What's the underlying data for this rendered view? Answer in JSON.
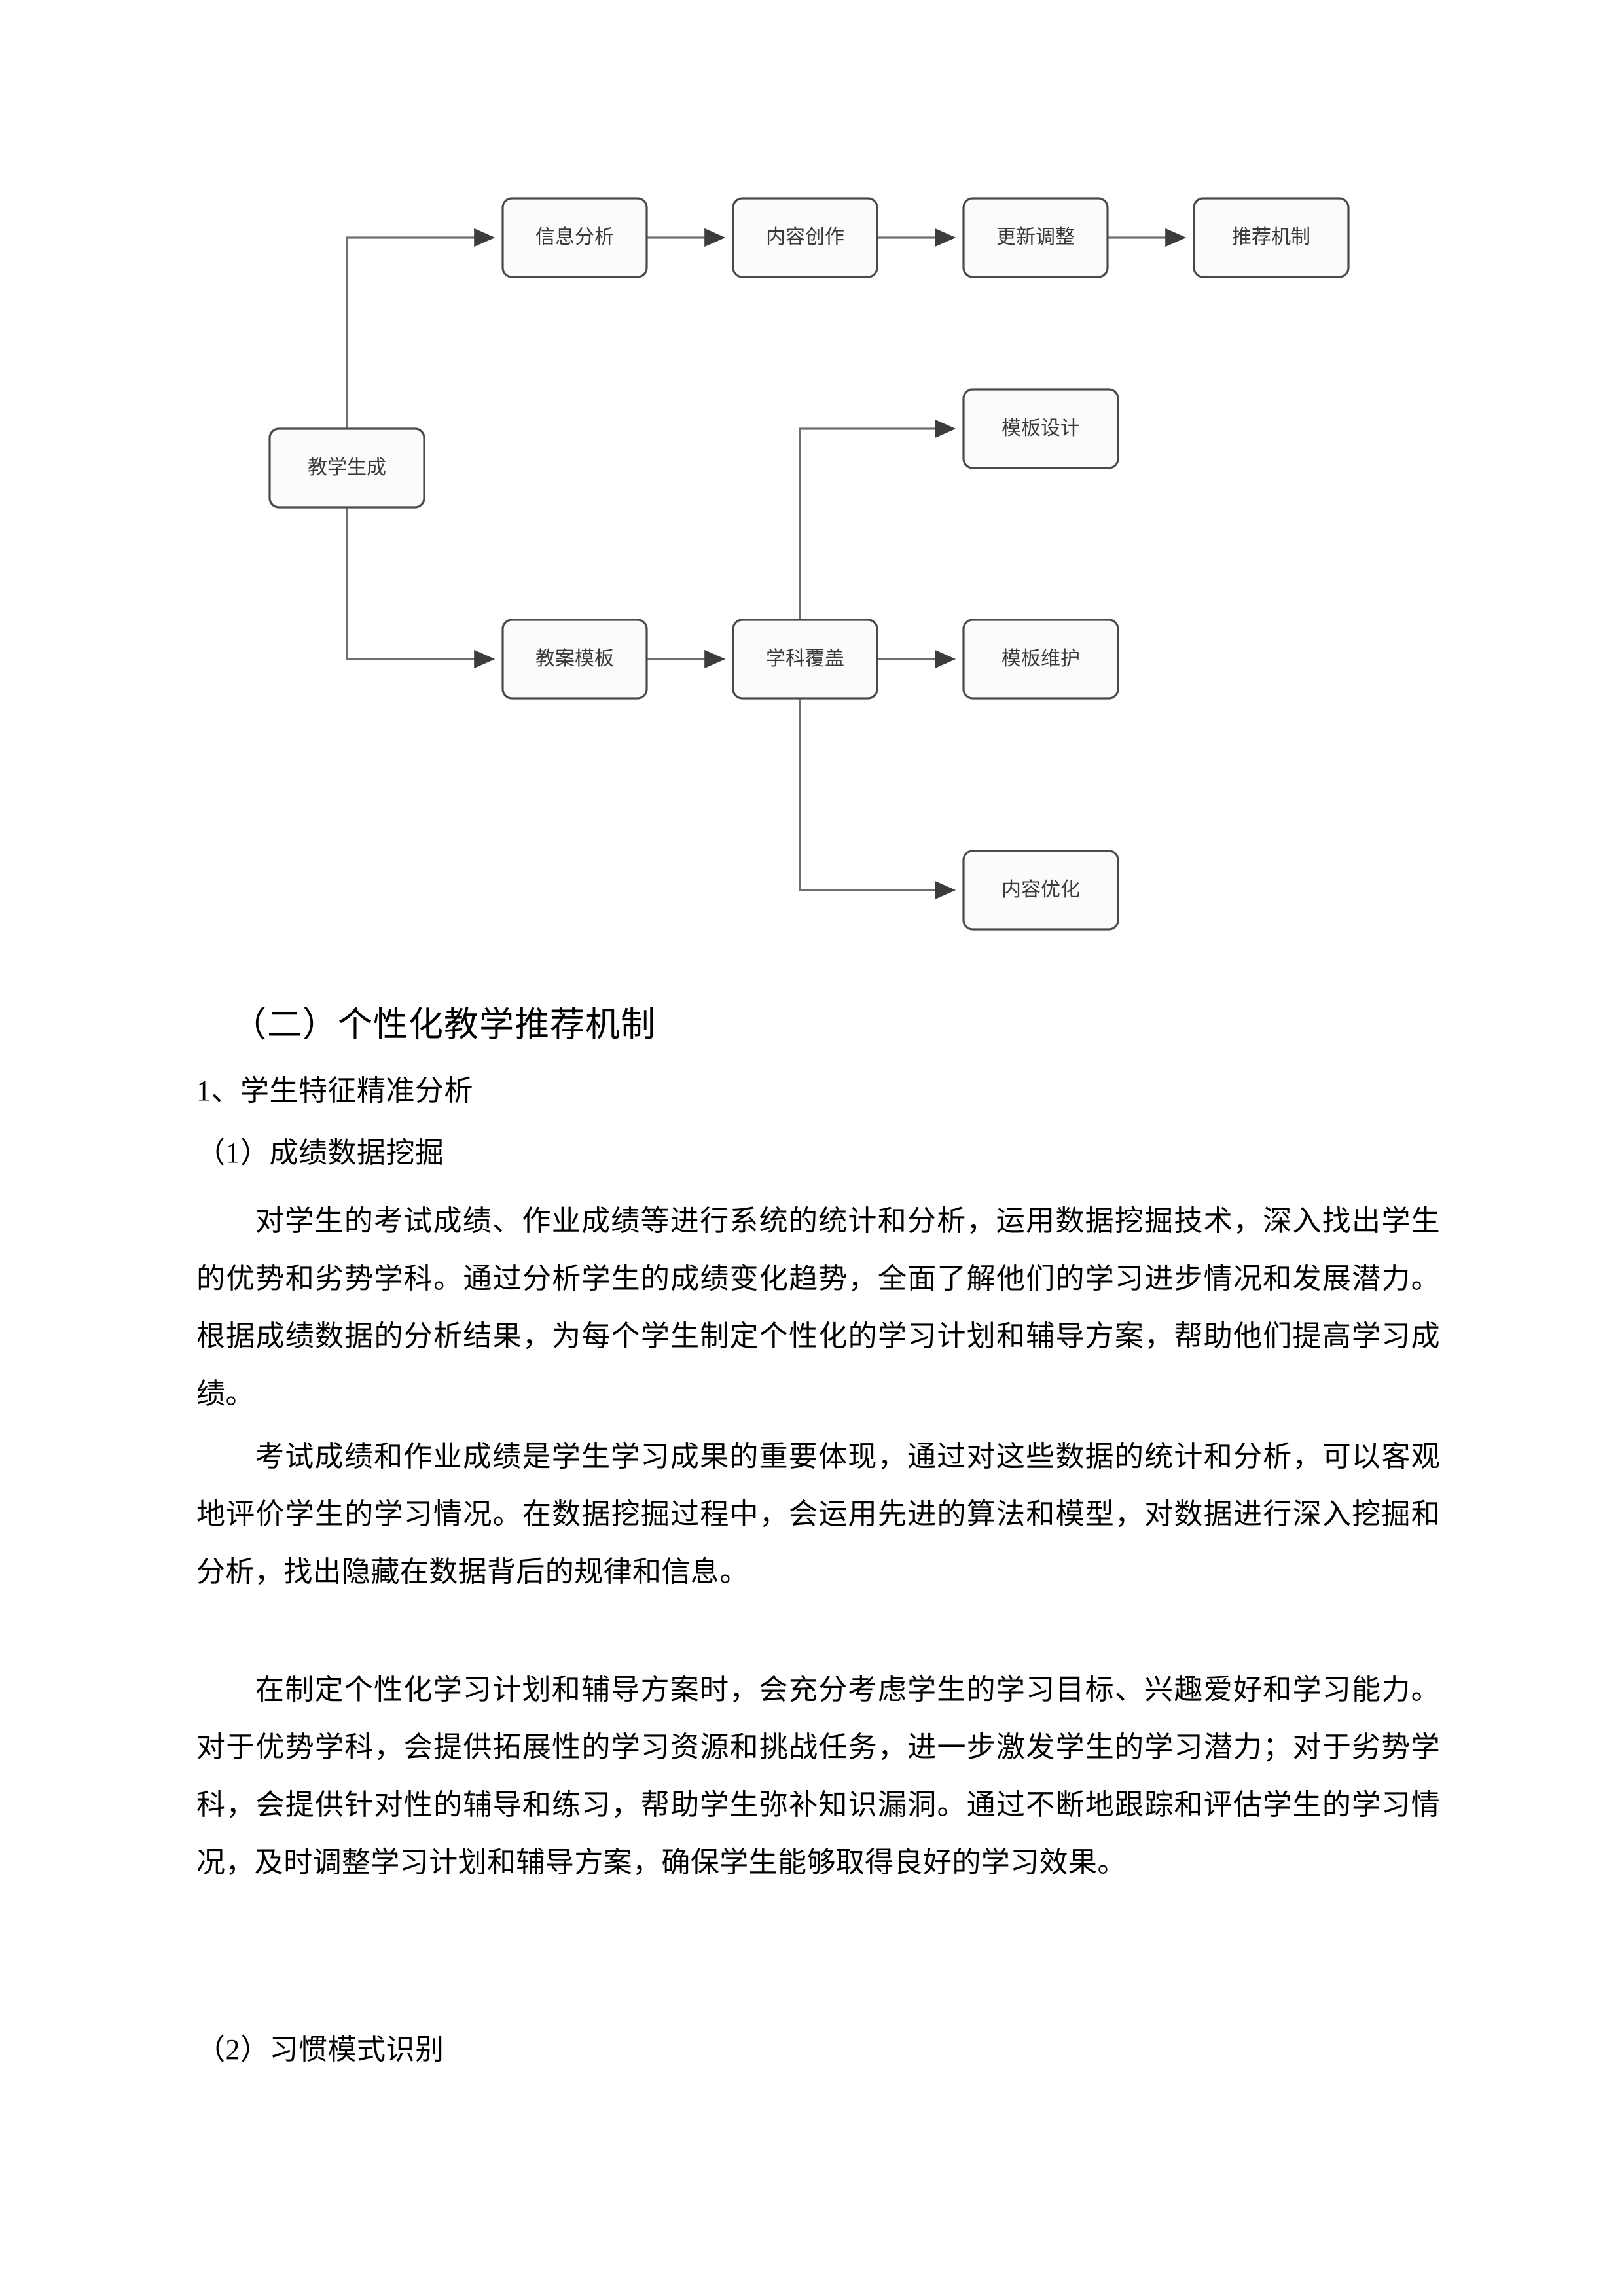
{
  "diagram": {
    "type": "flowchart",
    "nodes": [
      {
        "id": "root",
        "label": "教学生成"
      },
      {
        "id": "info_analysis",
        "label": "信息分析"
      },
      {
        "id": "content_create",
        "label": "内容创作"
      },
      {
        "id": "update_adjust",
        "label": "更新调整"
      },
      {
        "id": "recommend",
        "label": "推荐机制"
      },
      {
        "id": "lesson_template",
        "label": "教案模板"
      },
      {
        "id": "subject_cover",
        "label": "学科覆盖"
      },
      {
        "id": "template_design",
        "label": "模板设计"
      },
      {
        "id": "template_maint",
        "label": "模板维护"
      },
      {
        "id": "content_optim",
        "label": "内容优化"
      }
    ],
    "edges": [
      {
        "from": "root",
        "to": "info_analysis"
      },
      {
        "from": "info_analysis",
        "to": "content_create"
      },
      {
        "from": "content_create",
        "to": "update_adjust"
      },
      {
        "from": "update_adjust",
        "to": "recommend"
      },
      {
        "from": "root",
        "to": "lesson_template"
      },
      {
        "from": "lesson_template",
        "to": "subject_cover"
      },
      {
        "from": "subject_cover",
        "to": "template_design"
      },
      {
        "from": "subject_cover",
        "to": "template_maint"
      },
      {
        "from": "subject_cover",
        "to": "content_optim"
      }
    ],
    "colors": {
      "node_fill": "#fbfbf9",
      "node_stroke": "#4a4a4a",
      "edge_stroke": "#6f6f6f",
      "label_color": "#3a3a3a"
    }
  },
  "content": {
    "heading_section": "（二）个性化教学推荐机制",
    "heading_item": "1、学生特征精准分析",
    "heading_sub_1": "（1）成绩数据挖掘",
    "paragraph_1": "对学生的考试成绩、作业成绩等进行系统的统计和分析，运用数据挖掘技术，深入找出学生的优势和劣势学科。通过分析学生的成绩变化趋势，全面了解他们的学习进步情况和发展潜力。根据成绩数据的分析结果，为每个学生制定个性化的学习计划和辅导方案，帮助他们提高学习成绩。",
    "paragraph_2": "考试成绩和作业成绩是学生学习成果的重要体现，通过对这些数据的统计和分析，可以客观地评价学生的学习情况。在数据挖掘过程中，会运用先进的算法和模型，对数据进行深入挖掘和分析，找出隐藏在数据背后的规律和信息。",
    "paragraph_3": "在制定个性化学习计划和辅导方案时，会充分考虑学生的学习目标、兴趣爱好和学习能力。对于优势学科，会提供拓展性的学习资源和挑战任务，进一步激发学生的学习潜力；对于劣势学科，会提供针对性的辅导和练习，帮助学生弥补知识漏洞。通过不断地跟踪和评估学生的学习情况，及时调整学习计划和辅导方案，确保学生能够取得良好的学习效果。",
    "heading_sub_2": "（2）习惯模式识别"
  }
}
